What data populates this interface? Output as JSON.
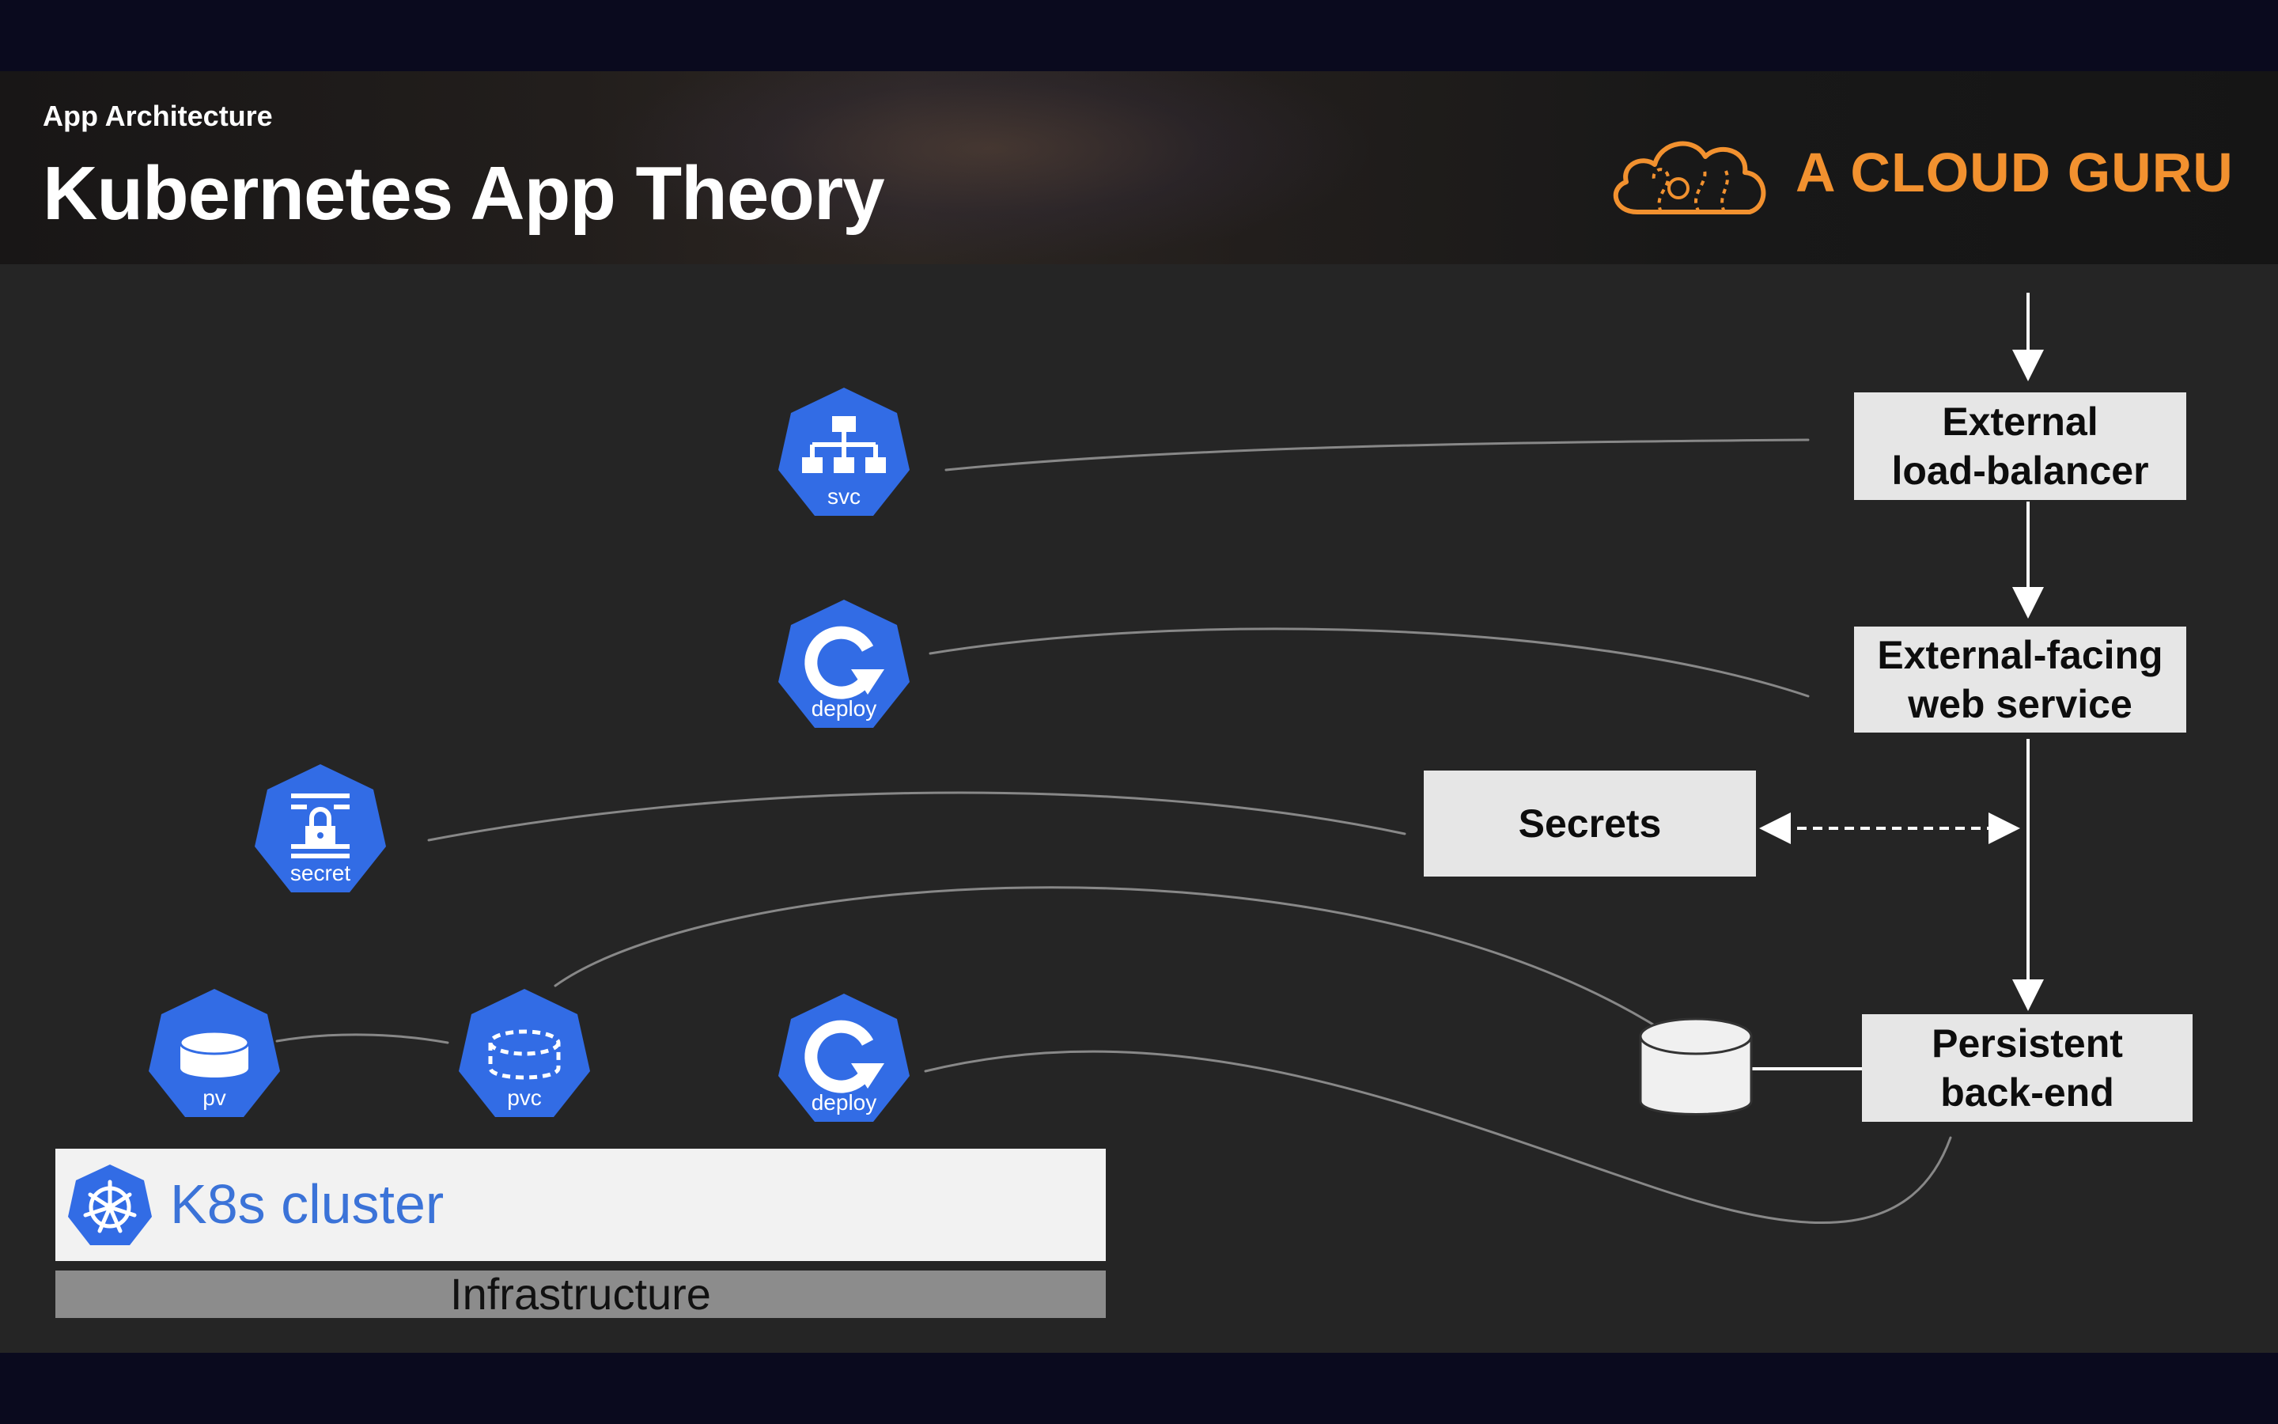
{
  "header": {
    "subtitle": "App Architecture",
    "title": "Kubernetes App Theory",
    "brand": "A CLOUD GURU"
  },
  "boxes": {
    "external_lb_line1": "External",
    "external_lb_line2": "load-balancer",
    "web_service_line1": "External-facing",
    "web_service_line2": "web service",
    "secrets": "Secrets",
    "backend_line1": "Persistent",
    "backend_line2": "back-end"
  },
  "icons": {
    "svc": "svc",
    "deploy_top": "deploy",
    "secret": "secret",
    "pv": "pv",
    "pvc": "pvc",
    "deploy_bottom": "deploy"
  },
  "cluster": {
    "k8s_label": "K8s cluster",
    "infrastructure_label": "Infrastructure"
  },
  "colors": {
    "k8s_blue": "#326ce5",
    "brand_orange": "#f2912f",
    "box_fill": "#e6e6e6",
    "background": "#252525"
  }
}
